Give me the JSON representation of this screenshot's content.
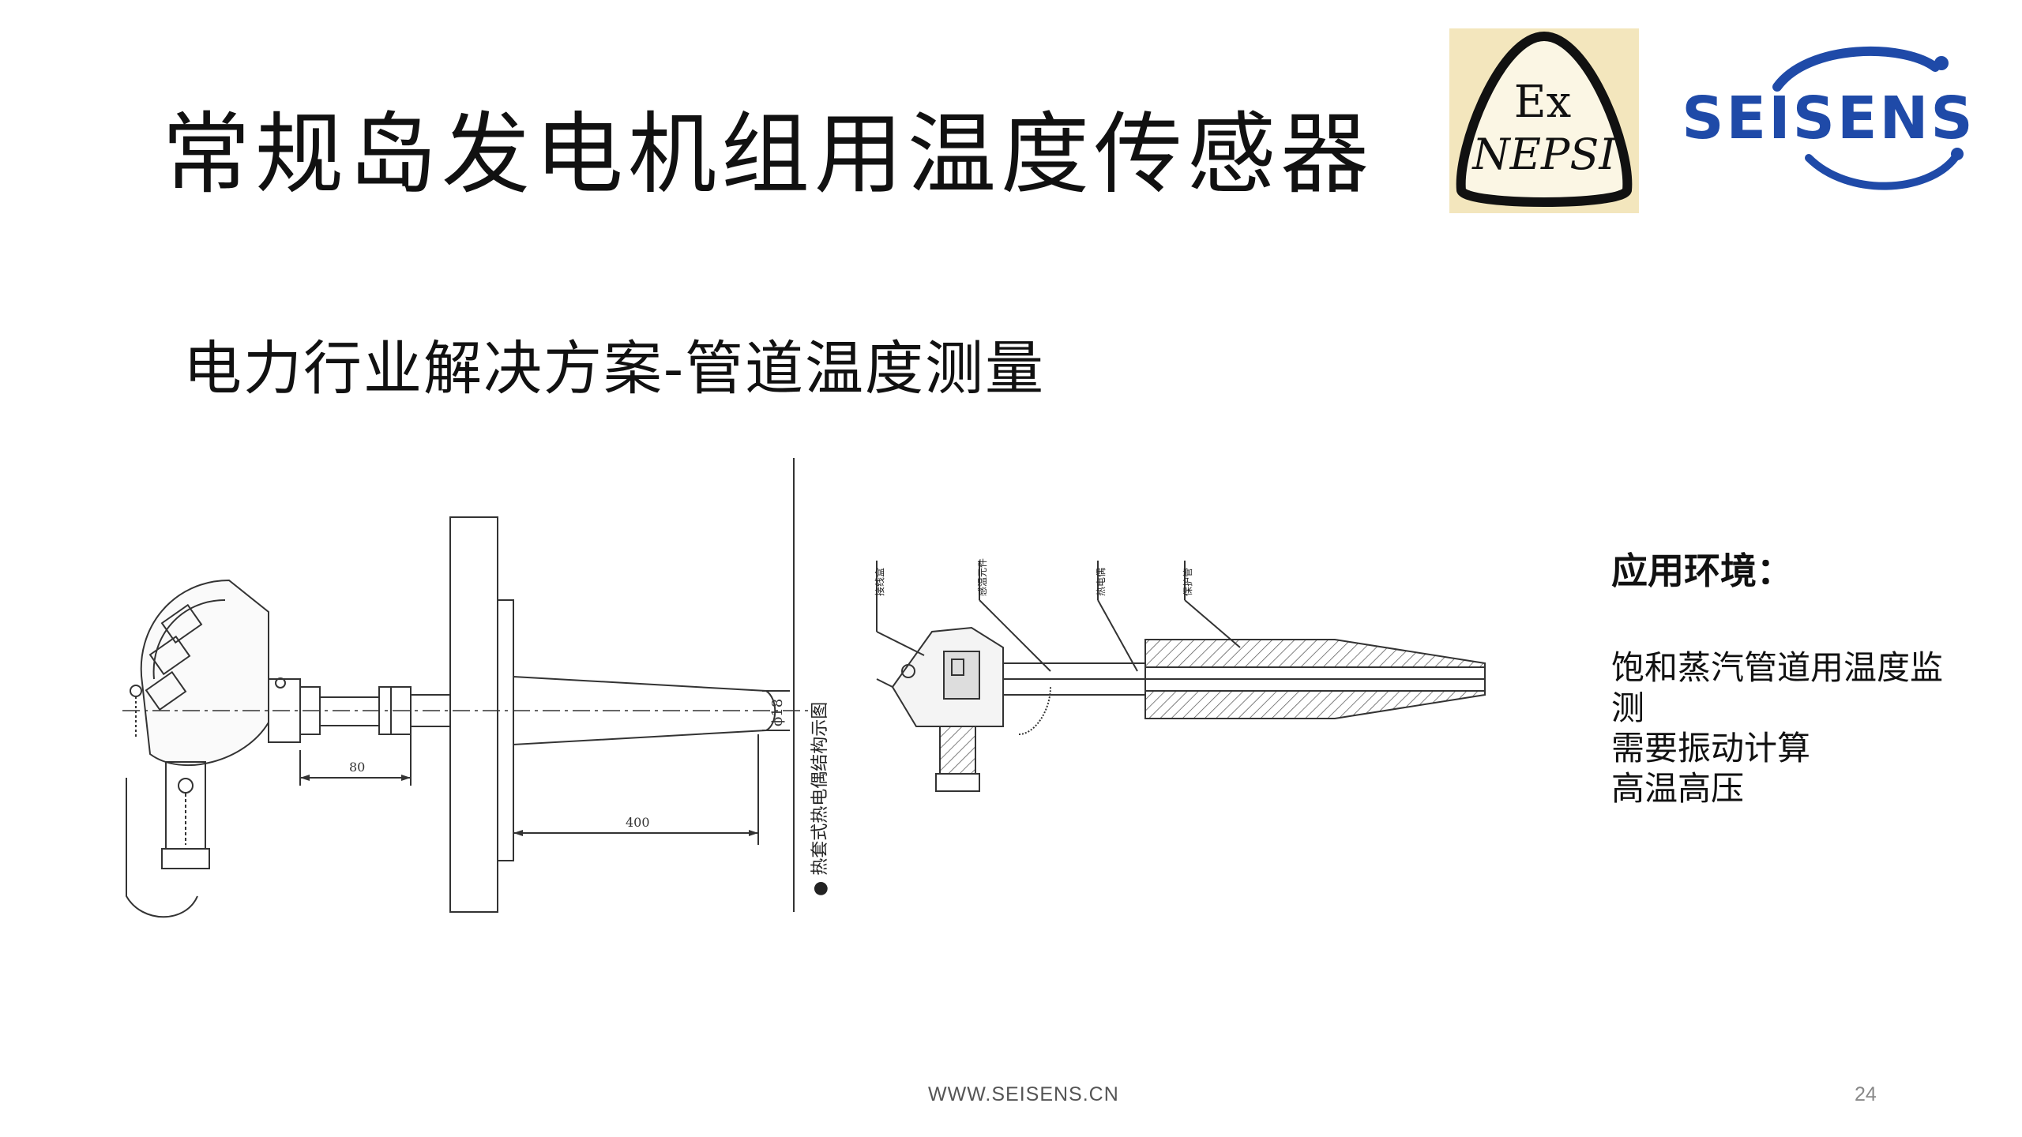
{
  "slide": {
    "title": "常规岛发电机组用温度传感器",
    "subtitle": "电力行业解决方案-管道温度测量",
    "page_number": "24",
    "footer_url": "WWW.SEISENS.CN"
  },
  "logos": {
    "ex_mark_top": "Ex",
    "ex_mark_bottom": "NEPSI",
    "brand_name": "SEISENS",
    "brand_color": "#1f4aa8"
  },
  "drawing_left": {
    "dim_80": "80",
    "dim_400": "400",
    "dim_diameter": "ϕ18",
    "caption": "● 热套式热电偶结构示图"
  },
  "drawing_right": {
    "labels": [
      "接线盒",
      "感温元件",
      "热电偶",
      "保护管"
    ]
  },
  "environment": {
    "heading": "应用环境：",
    "items": [
      "饱和蒸汽管道用温度监测",
      "需要振动计算",
      "高温高压"
    ]
  }
}
